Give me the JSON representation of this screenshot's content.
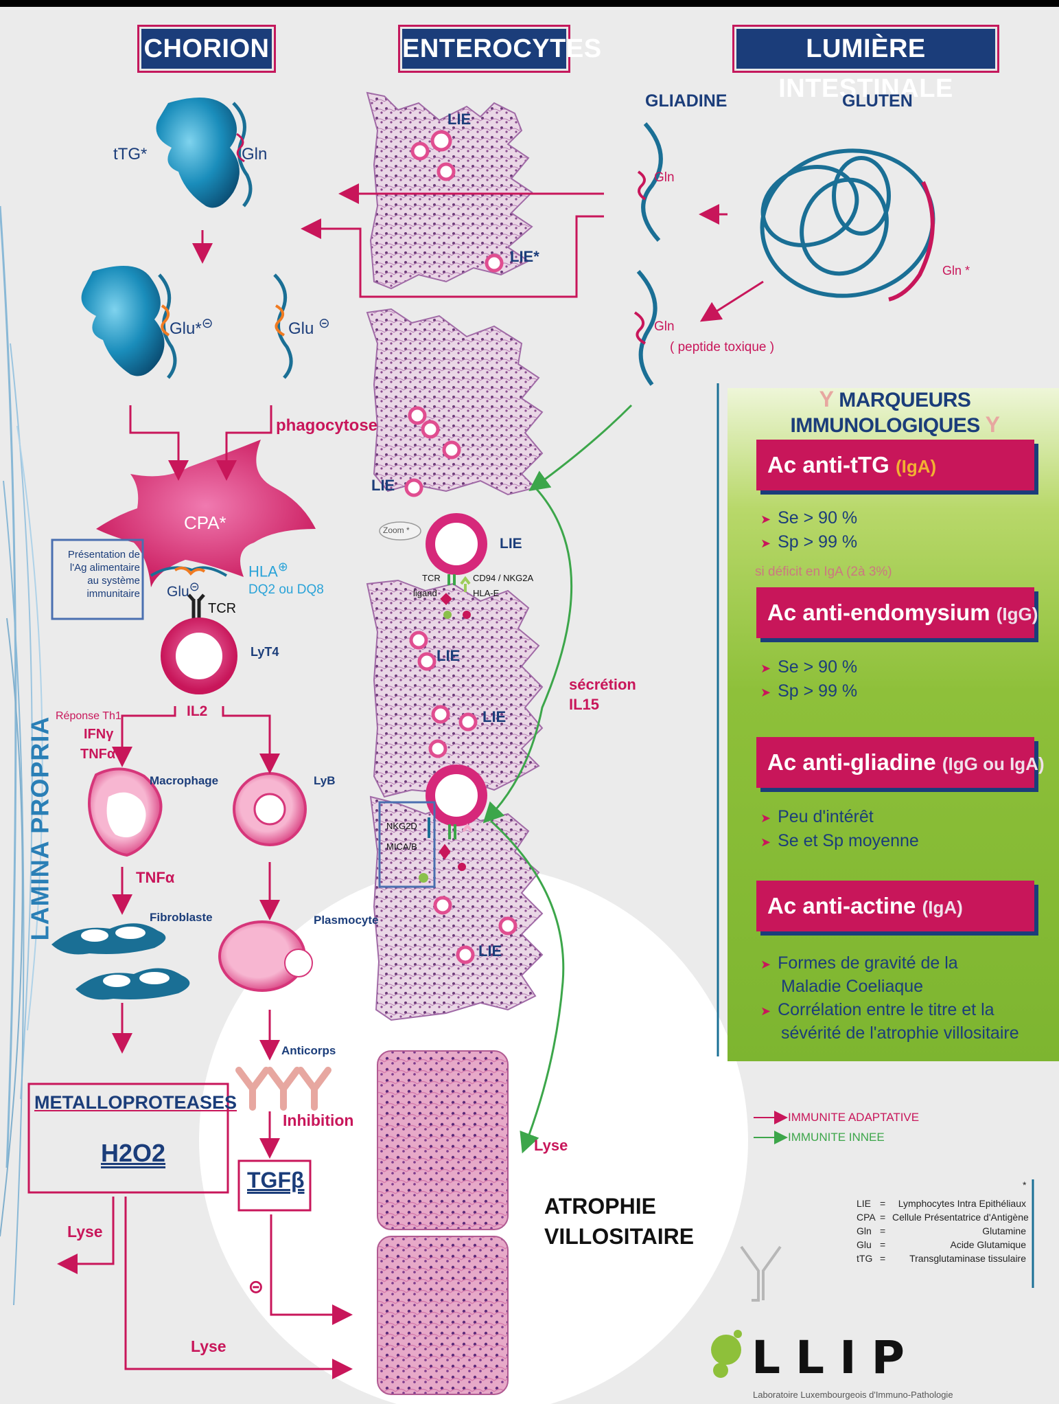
{
  "headers": {
    "chorion": "CHORION",
    "enterocytes": "ENTEROCYTES",
    "lumiere": "LUMIÈRE INTESTINALE"
  },
  "lumen": {
    "gliadine": "GLIADINE",
    "gluten": "GLUTEN",
    "gln1": "Gln",
    "gln2": "Gln",
    "gln_star": "Gln *",
    "peptide": "( peptide toxique )"
  },
  "chorion": {
    "ttg": "tTG*",
    "gln": "Gln",
    "glu_star": "Glu*",
    "glu": "Glu",
    "phagocytose": "phagocytose",
    "cpa": "CPA*",
    "presentation": [
      "Présentation de",
      "l'Ag alimentaire",
      "au système",
      "immunitaire"
    ],
    "glu_cpa": "Glu",
    "hla": "HLA",
    "dq": "DQ2 ou DQ8",
    "tcr": "TCR",
    "lyt4": "LyT4",
    "il2": "IL2",
    "reponse_th1": "Réponse Th1",
    "ifn": "IFNγ",
    "tnf": "TNFα",
    "macrophage": "Macrophage",
    "lyb": "LyB",
    "tnf2": "TNFα",
    "fibroblaste": "Fibroblaste",
    "plasmocyte": "Plasmocyte",
    "anticorps": "Anticorps",
    "inhibition": "Inhibition",
    "metallo": "METALLOPROTEASES",
    "h2o2": "H2O2",
    "tgfb": "TGFβ",
    "lyse1": "Lyse",
    "lyse2": "Lyse",
    "minus": "⊝",
    "lamina": "LAMINA PROPRIA"
  },
  "entero": {
    "lie1": "LIE",
    "lie_star": "LIE*",
    "lie2": "LIE",
    "zoom": "Zoom *",
    "lie3": "LIE",
    "tcr": "TCR",
    "ligand": "ligand",
    "cd94": "CD94 / NKG2A",
    "hlae": "HLA-E",
    "lie4": "LIE",
    "lie5": "LIE",
    "secretion": "sécrétion",
    "il15": "IL15",
    "nkg2d": "NKG2D",
    "mica": "MICA/B",
    "lie6": "LIE",
    "lyse": "Lyse",
    "atrophie1": "ATROPHIE",
    "atrophie2": "VILLOSITAIRE"
  },
  "panel": {
    "title": "MARQUEURS IMMUNOLOGIQUES",
    "box1": "Ac anti-tTG",
    "box1_suf": "(IgA)",
    "b1": [
      "Se > 90 %",
      "Sp > 99 %"
    ],
    "deficit": "si déficit en IgA (2à 3%)",
    "box2": "Ac anti-endomysium",
    "box2_suf": "(IgG)",
    "b2": [
      "Se > 90 %",
      "Sp > 99 %"
    ],
    "box3": "Ac anti-gliadine",
    "box3_suf": "(IgG ou  IgA)",
    "b3": [
      "Peu d'intérêt",
      "Se et Sp moyenne"
    ],
    "box4": "Ac anti-actine",
    "box4_suf": "(IgA)",
    "b4": [
      "Formes de gravité de la",
      "Maladie Coeliaque",
      "Corrélation entre le titre et la",
      "sévérité de l'atrophie villositaire"
    ]
  },
  "legend": {
    "adapt": "IMMUNITE ADAPTATIVE",
    "innee": "IMMUNITE INNEE",
    "star": "*",
    "rows": [
      [
        "LIE",
        "=",
        "Lymphocytes Intra Epithéliaux"
      ],
      [
        "CPA",
        "=",
        "Cellule Présentatrice d'Antigène"
      ],
      [
        "Gln",
        "=",
        "Glutamine"
      ],
      [
        "Glu",
        "=",
        "Acide Glutamique"
      ],
      [
        "tTG",
        "=",
        "Transglutaminase tissulaire"
      ]
    ]
  },
  "logo": {
    "name": "LLIP",
    "sub": "Laboratoire Luxembourgeois d'Immuno-Pathologie"
  },
  "colors": {
    "navy": "#1b3d7a",
    "magenta": "#c8165a",
    "green": "#3ca64a",
    "orange": "#f07b22",
    "teal": "#1a6f95"
  }
}
